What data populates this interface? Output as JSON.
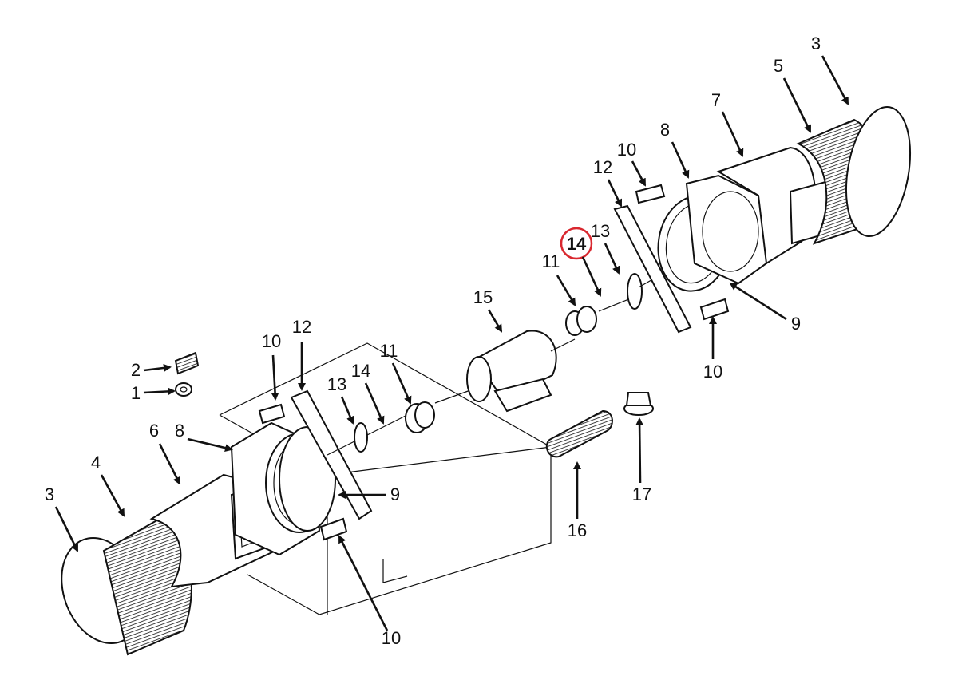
{
  "diagram": {
    "type": "exploded-parts-view",
    "highlight_color": "#d9282f",
    "highlighted_callout": "14",
    "callouts": [
      {
        "label": "3"
      },
      {
        "label": "5"
      },
      {
        "label": "7"
      },
      {
        "label": "8"
      },
      {
        "label": "10"
      },
      {
        "label": "12"
      },
      {
        "label": "14"
      },
      {
        "label": "13"
      },
      {
        "label": "11"
      },
      {
        "label": "15"
      },
      {
        "label": "9"
      },
      {
        "label": "10"
      },
      {
        "label": "2"
      },
      {
        "label": "1"
      },
      {
        "label": "10"
      },
      {
        "label": "12"
      },
      {
        "label": "11"
      },
      {
        "label": "14"
      },
      {
        "label": "13"
      },
      {
        "label": "8"
      },
      {
        "label": "6"
      },
      {
        "label": "4"
      },
      {
        "label": "3"
      },
      {
        "label": "9"
      },
      {
        "label": "16"
      },
      {
        "label": "17"
      },
      {
        "label": "10"
      }
    ]
  }
}
